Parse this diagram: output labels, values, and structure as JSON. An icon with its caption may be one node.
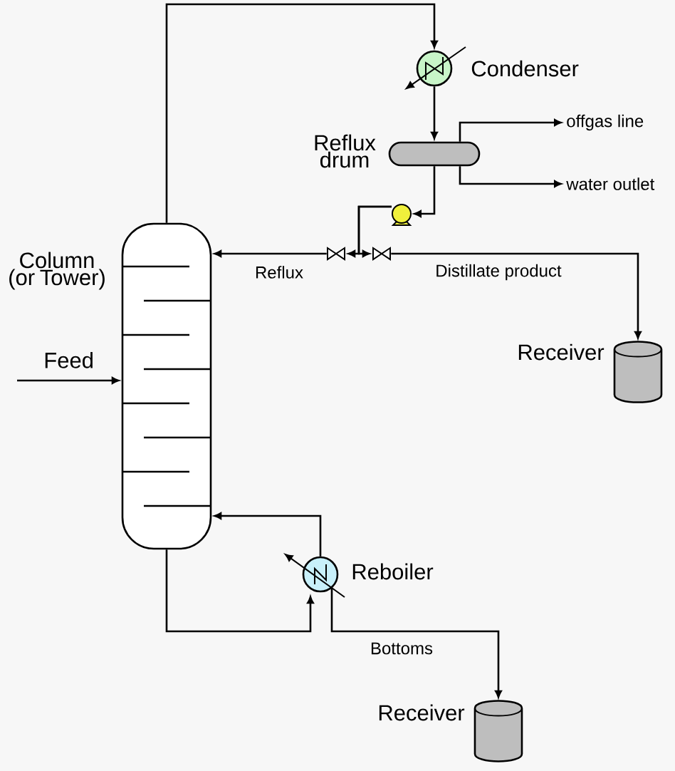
{
  "diagram": {
    "nodes": [
      {
        "text": [
          "Column (or Tower)"
        ]
      },
      {
        "text": [
          "Condenser"
        ]
      },
      {
        "text": [
          "Reflux drum"
        ]
      },
      {
        "text": [],
        "shape": "pump"
      },
      {
        "text": [],
        "shape": "valve"
      },
      {
        "text": [],
        "shape": "valve"
      },
      {
        "text": [
          "Receiver"
        ]
      },
      {
        "text": [
          "Reboiler"
        ]
      },
      {
        "text": [
          "Receiver"
        ]
      },
      {
        "text": [
          "Feed"
        ]
      },
      {
        "text": [
          "offgas line"
        ]
      },
      {
        "text": [
          "water outlet"
        ]
      }
    ],
    "edges": [
      {
        "from": 0,
        "to": 1,
        "arrow": "to"
      },
      {
        "from": 1,
        "to": 2,
        "arrow": "to"
      },
      {
        "from": 2,
        "to": 10,
        "arrow": "to"
      },
      {
        "from": 2,
        "to": 11,
        "arrow": "to"
      },
      {
        "from": 2,
        "to": 3,
        "arrow": "to"
      },
      {
        "from": 3,
        "to": 4,
        "arrow": "to"
      },
      {
        "from": 3,
        "to": 5,
        "arrow": "to"
      },
      {
        "from": 4,
        "to": 0,
        "arrow": "to",
        "label": "Reflux"
      },
      {
        "from": 5,
        "to": 6,
        "arrow": "to",
        "label": "Distillate product"
      },
      {
        "from": 9,
        "to": 0,
        "arrow": "to"
      },
      {
        "from": 0,
        "to": 7,
        "arrow": "to"
      },
      {
        "from": 7,
        "to": 0,
        "arrow": "to"
      },
      {
        "from": 7,
        "to": 8,
        "arrow": "to",
        "label": "Bottoms"
      }
    ]
  }
}
